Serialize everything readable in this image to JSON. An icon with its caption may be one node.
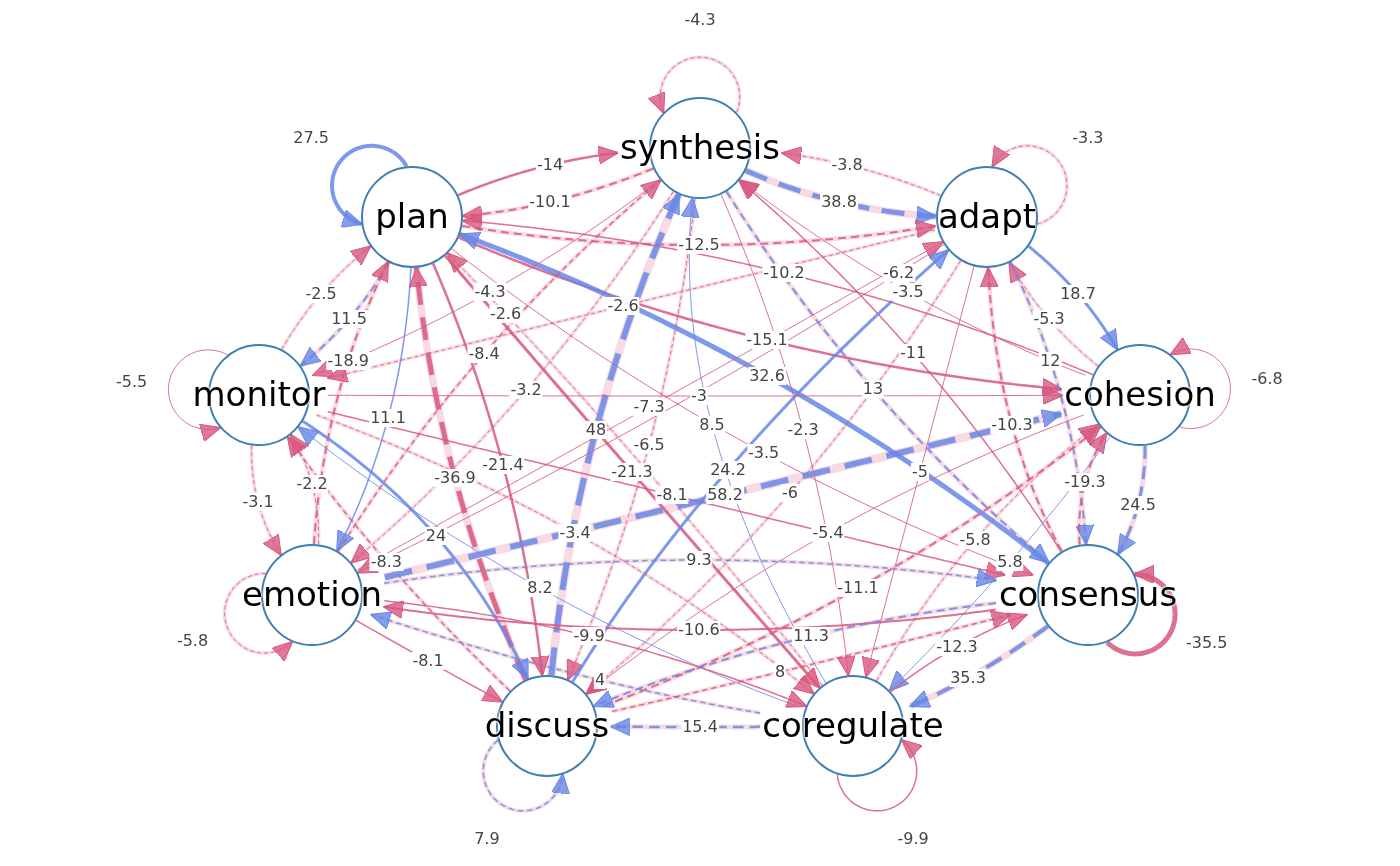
{
  "diagram": {
    "nodes": [
      {
        "text": [
          "synthesis"
        ]
      },
      {
        "text": [
          "plan"
        ]
      },
      {
        "text": [
          "adapt"
        ]
      },
      {
        "text": [
          "monitor"
        ]
      },
      {
        "text": [
          "cohesion"
        ]
      },
      {
        "text": [
          "emotion"
        ]
      },
      {
        "text": [
          "consensus"
        ]
      },
      {
        "text": [
          "discuss"
        ]
      },
      {
        "text": [
          "coregulate"
        ]
      }
    ],
    "edges": [
      {
        "from": 1,
        "to": 0,
        "arrow": "to",
        "label": "-14"
      },
      {
        "from": 0,
        "to": 1,
        "arrow": "to",
        "label": "-10.1",
        "style": "dashed"
      },
      {
        "from": 2,
        "to": 0,
        "arrow": "to",
        "label": "-3.8",
        "style": "dashed"
      },
      {
        "from": 0,
        "to": 2,
        "arrow": "to",
        "label": "38.8",
        "style": "dashed",
        "color": "#6787e7"
      },
      {
        "from": 1,
        "to": 2,
        "arrow": "to",
        "label": "-12.5",
        "style": "dashed"
      },
      {
        "from": 1,
        "to": 3,
        "arrow": "to",
        "label": "11.5",
        "style": "dashed",
        "color": "#6787e7"
      },
      {
        "from": 3,
        "to": 1,
        "arrow": "to",
        "label": "-2.5",
        "style": "dashed"
      },
      {
        "from": 1,
        "to": 4,
        "arrow": "to",
        "label": "-15.1"
      },
      {
        "from": 4,
        "to": 1,
        "arrow": "to",
        "label": "-10.2"
      },
      {
        "from": 1,
        "to": 5,
        "arrow": "to",
        "label": "11.1",
        "color": "#6787e7"
      },
      {
        "from": 5,
        "to": 1,
        "arrow": "to",
        "label": "-18.9",
        "style": "dashed"
      },
      {
        "from": 6,
        "to": 1,
        "arrow": "to",
        "label": "32.6",
        "style": "thick",
        "color": "#6787e7"
      },
      {
        "from": 1,
        "to": 6,
        "arrow": "to",
        "label": "-3.5"
      },
      {
        "from": 7,
        "to": 1,
        "arrow": "to",
        "label": "-36.9",
        "style": "dashed"
      },
      {
        "from": 1,
        "to": 7,
        "arrow": "to",
        "label": "-21.4"
      },
      {
        "from": 1,
        "to": 8,
        "arrow": "to",
        "label": "-21.3"
      },
      {
        "from": 8,
        "to": 1,
        "arrow": "to",
        "label": "-2.6",
        "style": "dashed"
      },
      {
        "from": 0,
        "to": 3,
        "arrow": "to",
        "label": "-4.3"
      },
      {
        "from": 4,
        "to": 0,
        "arrow": "to",
        "label": "-3.5"
      },
      {
        "from": 5,
        "to": 0,
        "arrow": "to",
        "label": "-8.4",
        "style": "dashed"
      },
      {
        "from": 0,
        "to": 5,
        "arrow": "to",
        "label": "-3.2",
        "style": "dashed"
      },
      {
        "from": 0,
        "to": 6,
        "arrow": "to",
        "label": "13",
        "style": "dashed",
        "color": "#6787e7"
      },
      {
        "from": 6,
        "to": 0,
        "arrow": "to",
        "label": "-11"
      },
      {
        "from": 7,
        "to": 0,
        "arrow": "to",
        "label": "48",
        "style": "dashed",
        "color": "#6787e7"
      },
      {
        "from": 0,
        "to": 7,
        "arrow": "to",
        "label": "-6.5",
        "style": "dashed"
      },
      {
        "from": 8,
        "to": 0,
        "arrow": "to",
        "label": "8.5",
        "color": "#6787e7"
      },
      {
        "from": 0,
        "to": 8,
        "arrow": "to",
        "label": "-2.3"
      },
      {
        "from": 2,
        "to": 3,
        "arrow": "to",
        "label": "-2.6",
        "style": "dashed"
      },
      {
        "from": 2,
        "to": 4,
        "arrow": "to",
        "label": "18.7",
        "color": "#6787e7"
      },
      {
        "from": 4,
        "to": 2,
        "arrow": "to",
        "label": "-5.3",
        "style": "dashed"
      },
      {
        "from": 5,
        "to": 2,
        "arrow": "to",
        "label": "-7.3"
      },
      {
        "from": 2,
        "to": 5,
        "arrow": "to",
        "label": "-6.2"
      },
      {
        "from": 6,
        "to": 2,
        "arrow": "to",
        "label": "-10.3",
        "style": "dashed"
      },
      {
        "from": 2,
        "to": 6,
        "arrow": "to",
        "label": "12",
        "style": "dashed",
        "color": "#6787e7"
      },
      {
        "from": 7,
        "to": 2,
        "arrow": "to",
        "label": "24.2",
        "color": "#6787e7"
      },
      {
        "from": 2,
        "to": 7,
        "arrow": "to",
        "label": "-6",
        "style": "dashed"
      },
      {
        "from": 2,
        "to": 8,
        "arrow": "to",
        "label": "-5"
      },
      {
        "from": 3,
        "to": 4,
        "arrow": "to",
        "label": "-3"
      },
      {
        "from": 3,
        "to": 5,
        "arrow": "to",
        "label": "-3.1",
        "style": "dashed"
      },
      {
        "from": 5,
        "to": 3,
        "arrow": "to",
        "label": "-2.2",
        "style": "dashed"
      },
      {
        "from": 3,
        "to": 6,
        "arrow": "to",
        "label": "-8.1"
      },
      {
        "from": 3,
        "to": 7,
        "arrow": "to",
        "label": "24",
        "color": "#6787e7"
      },
      {
        "from": 7,
        "to": 3,
        "arrow": "to",
        "label": "-8.3",
        "style": "dashed"
      },
      {
        "from": 3,
        "to": 8,
        "arrow": "to",
        "label": "-3.4",
        "style": "dashed"
      },
      {
        "from": 8,
        "to": 3,
        "arrow": "to",
        "label": "8.2",
        "color": "#6787e7"
      },
      {
        "from": 5,
        "to": 4,
        "arrow": "to",
        "label": "58.2",
        "style": "dashed",
        "color": "#6787e7"
      },
      {
        "from": 4,
        "to": 6,
        "arrow": "to",
        "label": "24.5",
        "style": "dashed",
        "color": "#6787e7"
      },
      {
        "from": 6,
        "to": 4,
        "arrow": "to",
        "label": "-19.3",
        "style": "dashed"
      },
      {
        "from": 7,
        "to": 4,
        "arrow": "to",
        "label": "-11.1",
        "style": "dashed"
      },
      {
        "from": 4,
        "to": 7,
        "arrow": "to",
        "label": "-5.4"
      },
      {
        "from": 4,
        "to": 8,
        "arrow": "to",
        "label": "5.8",
        "color": "#6787e7"
      },
      {
        "from": 8,
        "to": 4,
        "arrow": "to",
        "label": "-5.8",
        "style": "dashed"
      },
      {
        "from": 5,
        "to": 6,
        "arrow": "to",
        "label": "9.3",
        "style": "dashed",
        "color": "#6787e7"
      },
      {
        "from": 6,
        "to": 5,
        "arrow": "to",
        "label": "-10.6"
      },
      {
        "from": 5,
        "to": 7,
        "arrow": "to",
        "label": "-8.1"
      },
      {
        "from": 5,
        "to": 8,
        "arrow": "to",
        "label": "-9.9"
      },
      {
        "from": 8,
        "to": 5,
        "arrow": "to",
        "label": "4",
        "style": "dashed",
        "color": "#6787e7"
      },
      {
        "from": 6,
        "to": 7,
        "arrow": "to",
        "label": "11.3",
        "style": "dashed",
        "color": "#6787e7"
      },
      {
        "from": 7,
        "to": 6,
        "arrow": "to",
        "label": "8",
        "style": "dashed"
      },
      {
        "from": 6,
        "to": 8,
        "arrow": "to",
        "label": "35.3",
        "style": "dashed",
        "color": "#6787e7"
      },
      {
        "from": 8,
        "to": 6,
        "arrow": "to",
        "label": "-12.3"
      },
      {
        "from": 8,
        "to": 7,
        "arrow": "to",
        "label": "15.4",
        "style": "dashed",
        "color": "#6787e7"
      },
      {
        "from": 0,
        "to": 0,
        "arrow": "to",
        "label": "-4.3",
        "style": "dashed"
      },
      {
        "from": 1,
        "to": 1,
        "arrow": "to",
        "label": "27.5",
        "style": "thick",
        "color": "#6787e7"
      },
      {
        "from": 2,
        "to": 2,
        "arrow": "to",
        "label": "-3.3",
        "style": "dashed"
      },
      {
        "from": 3,
        "to": 3,
        "arrow": "to",
        "label": "-5.5"
      },
      {
        "from": 4,
        "to": 4,
        "arrow": "to",
        "label": "-6.8"
      },
      {
        "from": 5,
        "to": 5,
        "arrow": "to",
        "label": "-5.8",
        "style": "dashed"
      },
      {
        "from": 6,
        "to": 6,
        "arrow": "to",
        "label": "-35.5",
        "style": "thick"
      },
      {
        "from": 7,
        "to": 7,
        "arrow": "to",
        "label": "7.9",
        "style": "dashed",
        "color": "#6787e7"
      },
      {
        "from": 8,
        "to": 8,
        "arrow": "to",
        "label": "-9.9"
      }
    ]
  }
}
